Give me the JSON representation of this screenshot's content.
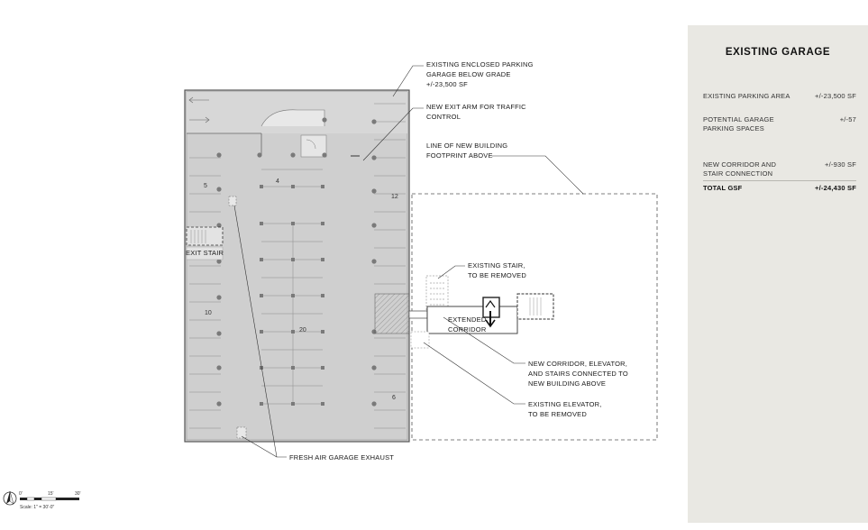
{
  "panel": {
    "title": "EXISTING GARAGE",
    "rows": [
      {
        "label": "EXISTING PARKING AREA",
        "value": "+/-23,500 SF"
      },
      {
        "label": "POTENTIAL GARAGE PARKING SPACES",
        "value": "+/-57"
      },
      {
        "label": "NEW CORRIDOR AND STAIR CONNECTION",
        "value": "+/-930 SF"
      },
      {
        "label": "TOTAL GSF",
        "value": "+/-24,430 SF"
      }
    ]
  },
  "annotations": {
    "garage_line1": "EXISTING ENCLOSED PARKING",
    "garage_line2": "GARAGE BELOW GRADE",
    "garage_line3": "+/-23,500 SF",
    "exit_arm_line1": "NEW EXIT ARM FOR TRAFFIC",
    "exit_arm_line2": "CONTROL",
    "footprint_line1": "LINE OF NEW BUILDING",
    "footprint_line2": "FOOTPRINT ABOVE",
    "stair_remove_line1": "EXISTING STAIR,",
    "stair_remove_line2": "TO BE REMOVED",
    "corridor_line1": "EXTENDED",
    "corridor_line2": "CORRIDOR",
    "new_corridor_line1": "NEW CORRIDOR, ELEVATOR,",
    "new_corridor_line2": "AND STAIRS CONNECTED TO",
    "new_corridor_line3": "NEW BUILDING ABOVE",
    "elevator_remove_line1": "EXISTING ELEVATOR,",
    "elevator_remove_line2": "TO BE REMOVED",
    "fresh_air": "FRESH AIR GARAGE EXHAUST",
    "exit_stair": "EXIT STAIR"
  },
  "space_counts": {
    "top_row": "4",
    "left_upper": "5",
    "right_upper": "12",
    "left_lower": "10",
    "center": "20",
    "right_lower": "6"
  },
  "scale_bar": {
    "tick0": "0'",
    "tick1": "15'",
    "tick2": "30'",
    "caption": "Scale: 1\" = 30'-0\""
  }
}
